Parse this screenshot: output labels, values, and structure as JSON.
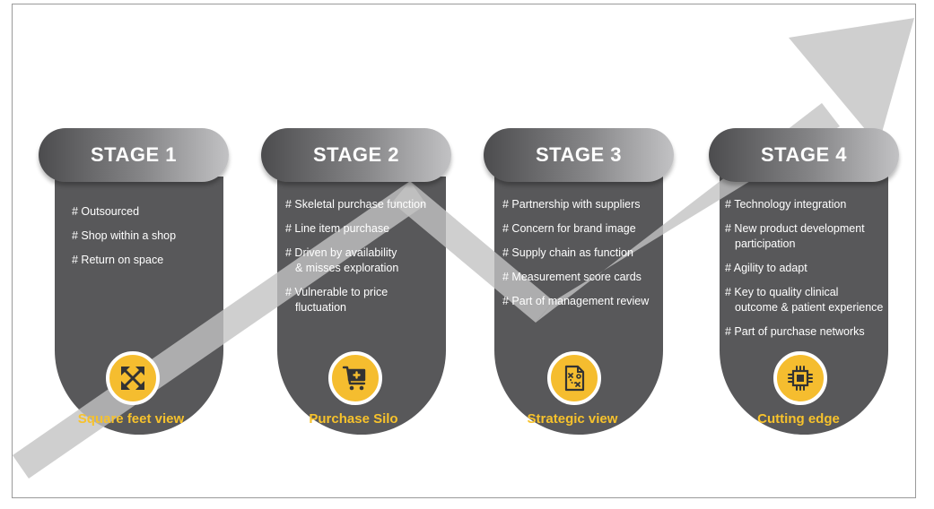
{
  "stages": [
    {
      "title": "STAGE 1",
      "items": [
        "# Outsourced",
        "# Shop within a shop",
        "# Return on space"
      ],
      "caption": "Square feet view",
      "icon": "expand-arrows-icon"
    },
    {
      "title": "STAGE 2",
      "items": [
        "# Skeletal purchase function",
        "# Line item purchase",
        "# Driven by availability\n& misses exploration",
        "# Vulnerable to price\nfluctuation"
      ],
      "caption": "Purchase Silo",
      "icon": "medical-cart-icon"
    },
    {
      "title": "STAGE 3",
      "items": [
        "# Partnership with suppliers",
        "# Concern for brand image",
        "# Supply chain as function",
        "# Measurement score cards",
        "# Part of management review"
      ],
      "caption": "Strategic view",
      "icon": "strategy-plan-icon"
    },
    {
      "title": "STAGE 4",
      "items": [
        "# Technology integration",
        "# New product development\nparticipation",
        "# Agility to adapt",
        "# Key to quality clinical\noutcome & patient experience",
        "# Part of purchase networks"
      ],
      "caption": "Cutting edge",
      "icon": "chip-icon"
    }
  ],
  "colors": {
    "pillar": "#58585a",
    "accent": "#f5bd2f",
    "caption": "#f7c22c",
    "arrow": "#c8c8c8"
  }
}
